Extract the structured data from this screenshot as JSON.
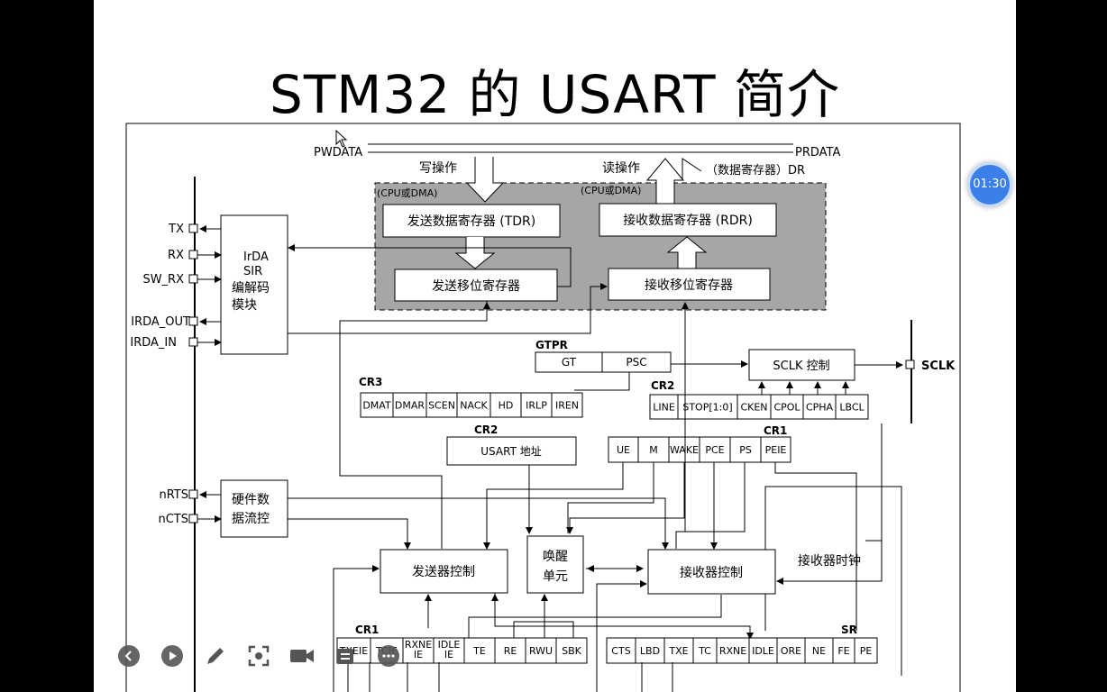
{
  "slide": {
    "title": "STM32 的 USART 简介"
  },
  "player": {
    "timer": "01:30",
    "toolbar": [
      "previous",
      "play",
      "pen",
      "screenshot",
      "camera",
      "notes",
      "more"
    ]
  },
  "diagram": {
    "bus": {
      "pwdata": "PWDATA",
      "prdata": "PRDATA",
      "write_op": "写操作",
      "read_op": "读操作",
      "dr": "（数据寄存器）DR",
      "cpu_dma_1": "(CPU或DMA)",
      "cpu_dma_2": "(CPU或DMA)"
    },
    "pins_left": [
      "TX",
      "RX",
      "SW_RX",
      "IRDA_OUT",
      "IRDA_IN"
    ],
    "flow_pins": [
      "nRTS",
      "nCTS"
    ],
    "irda": {
      "line1": "IrDA",
      "line2": "SIR",
      "line3": "编解码",
      "line4": "模块"
    },
    "flow": {
      "line1": "硬件数",
      "line2": "据流控"
    },
    "tdr": "发送数据寄存器 (TDR)",
    "rdr": "接收数据寄存器 (RDR)",
    "tx_shift": "发送移位寄存器",
    "rx_shift": "接收移位寄存器",
    "gtpr": {
      "label": "GTPR",
      "gt": "GT",
      "psc": "PSC"
    },
    "sclk_ctrl": "SCLK 控制",
    "sclk_pin": "SCLK",
    "cr3": {
      "label": "CR3",
      "bits": [
        "DMAT",
        "DMAR",
        "SCEN",
        "NACK",
        "HD",
        "IRLP",
        "IREN"
      ]
    },
    "cr2_top": {
      "label": "CR2",
      "bits": [
        "LINE",
        "STOP[1:0]",
        "CKEN",
        "CPOL",
        "CPHA",
        "LBCL"
      ]
    },
    "cr2_addr": {
      "label": "CR2",
      "text": "USART 地址"
    },
    "cr1_top": {
      "label": "CR1",
      "bits": [
        "UE",
        "M",
        "WAKE",
        "PCE",
        "PS",
        "PEIE"
      ]
    },
    "tx_ctrl": "发送器控制",
    "wake": {
      "line1": "唤醒",
      "line2": "单元"
    },
    "rx_ctrl": "接收器控制",
    "rx_clock": "接收器时钟",
    "cr1_bottom": {
      "label": "CR1",
      "bits": [
        "TXEIE",
        "TCIE",
        "RXNE IE",
        "IDLE IE",
        "TE",
        "RE",
        "RWU",
        "SBK"
      ]
    },
    "sr": {
      "label": "SR",
      "bits": [
        "CTS",
        "LBD",
        "TXE",
        "TC",
        "RXNE",
        "IDLE",
        "ORE",
        "NE",
        "FE",
        "PE"
      ]
    }
  }
}
